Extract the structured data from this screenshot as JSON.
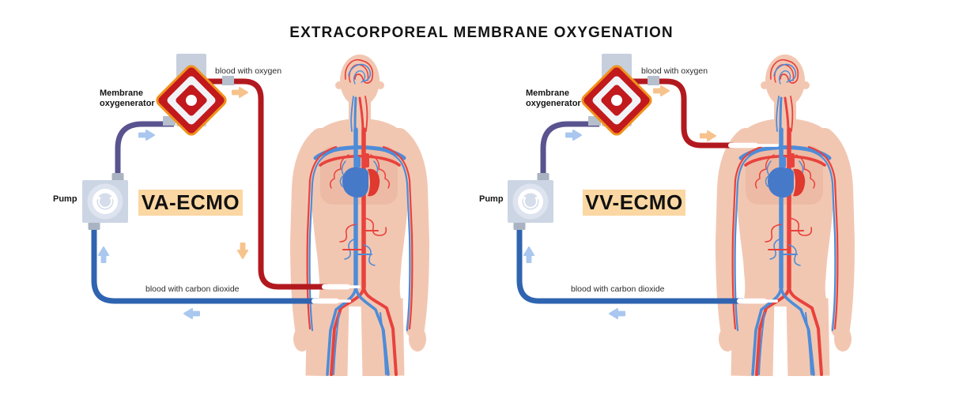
{
  "title": "EXTRACORPOREAL MEMBRANE OXYGENATION",
  "diagrams": [
    {
      "id": "va-ecmo",
      "label": "VA-ECMO",
      "membrane_line1": "Membrane",
      "membrane_line2": "oxygenerator",
      "pump_label": "Pump",
      "oxygenated_label": "blood with oxygen",
      "deoxygenated_label": "blood with carbon dioxide"
    },
    {
      "id": "vv-ecmo",
      "label": "VV-ECMO",
      "membrane_line1": "Membrane",
      "membrane_line2": "oxygenerator",
      "pump_label": "Pump",
      "oxygenated_label": "blood with oxygen",
      "deoxygenated_label": "blood with carbon dioxide"
    }
  ],
  "colors": {
    "tube_oxygenated_red": "#b2191f",
    "tube_deoxygenated_blue": "#2f64b0",
    "tube_pump_purple": "#59538f",
    "oxygenator_red": "#c2191d",
    "oxygenator_orange_border": "#f0921d",
    "flow_arrow_orange": "#f7c38c",
    "flow_arrow_blue": "#a9c7ef",
    "label_box_peach": "#fbd7a3",
    "device_gray_blue": "#ccd5e3",
    "connector_gray": "#a9b3c1",
    "skin": "#f2c7b2",
    "lung_panel": "#ecb8a2",
    "artery_red": "#e8423d",
    "vein_blue": "#4e8cd8"
  },
  "icons": {
    "membrane-oxygenator-icon": "nested red/white diamond with center dot",
    "pump-icon": "gray square with circular rotation arrow",
    "flow-arrow-icon": "small block arrow showing flow direction",
    "human-figure-icon": "human silhouette with circulatory system",
    "cannula-icon": "white catheter tip entering vessel"
  }
}
